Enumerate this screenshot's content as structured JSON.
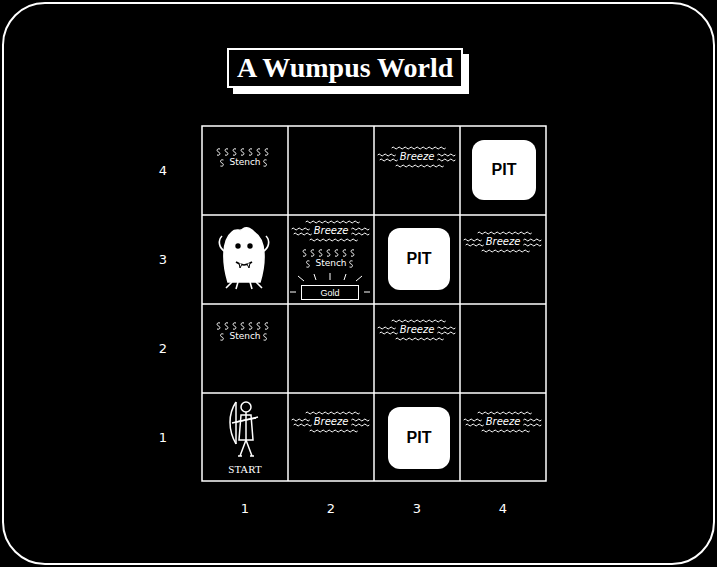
{
  "diagram": {
    "title": "A Wumpus World",
    "nodes": [
      {
        "text": [
          "PIT"
        ]
      },
      {
        "text": [
          "PIT"
        ]
      },
      {
        "text": [
          "Gold"
        ]
      },
      {
        "text": [
          "PIT"
        ]
      }
    ],
    "labels": [
      "Stench",
      "Breeze",
      "Breeze",
      "Stench",
      "Breeze",
      "Stench",
      "Breeze",
      "Breeze",
      "Breeze",
      "START",
      "4",
      "3",
      "2",
      "1",
      "1",
      "2",
      "3",
      "4"
    ]
  }
}
